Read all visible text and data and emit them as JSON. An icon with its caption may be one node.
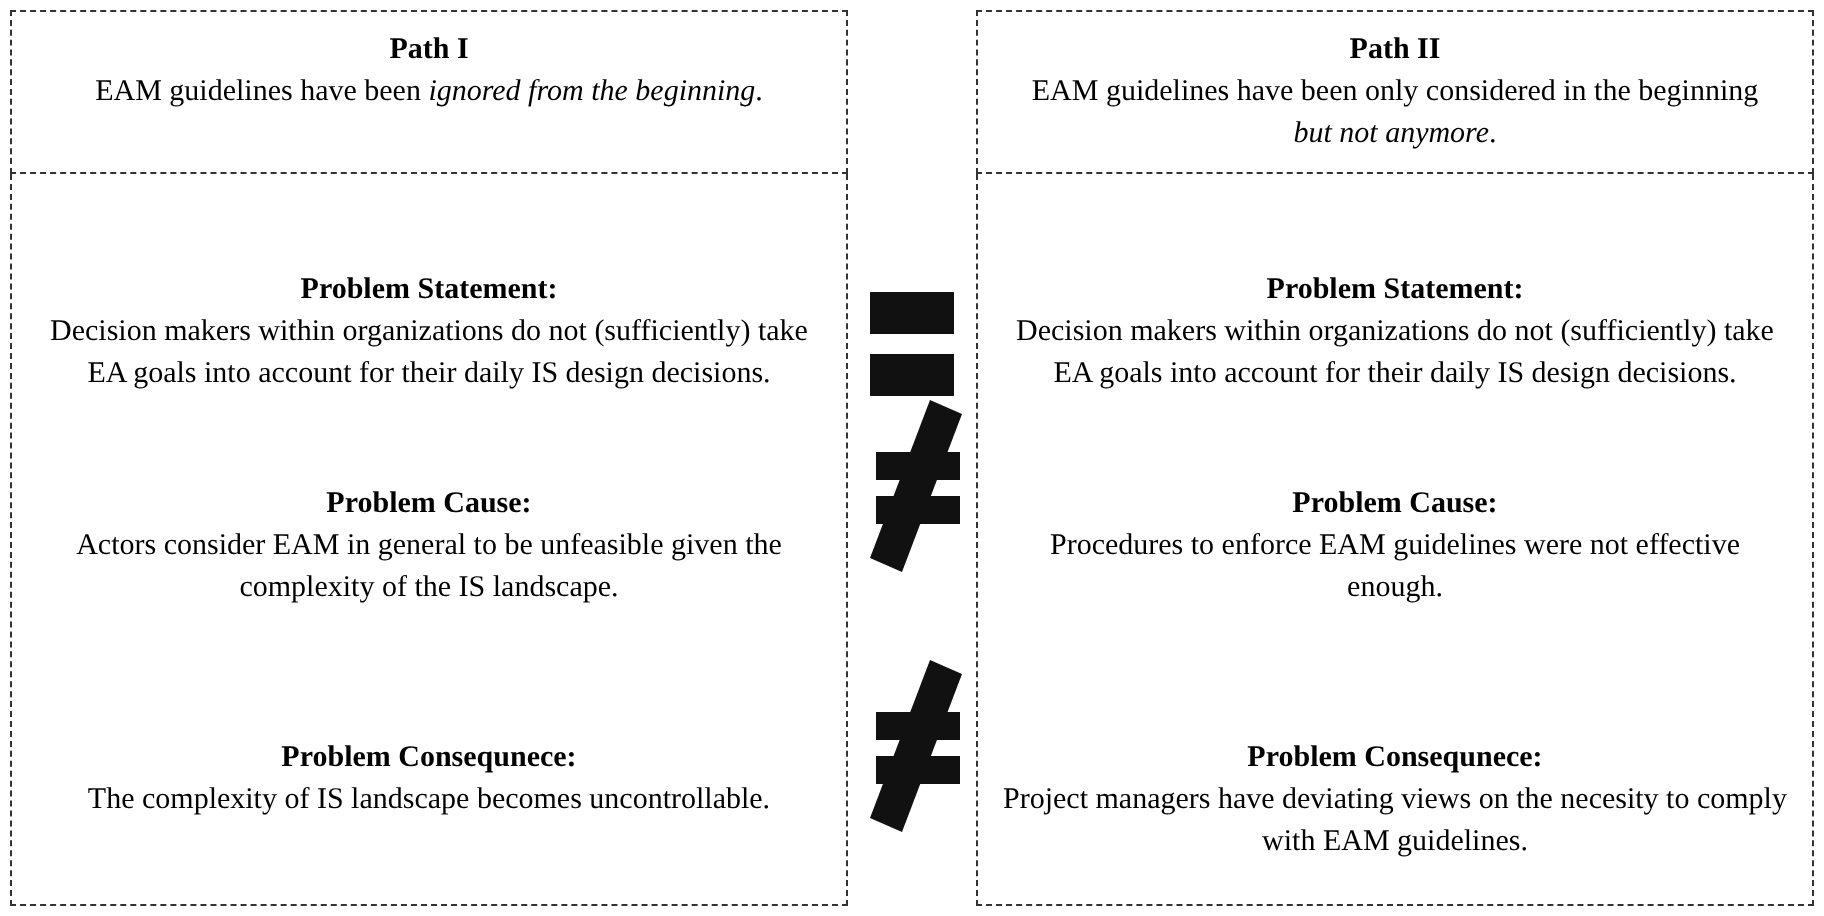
{
  "diagram": {
    "nodes": [
      {
        "text": [
          "Path I",
          "EAM guidelines have been *ignored from the beginning*."
        ]
      },
      {
        "text": [
          "Problem Statement:",
          "Decision makers within organizations do not (sufficiently) take EA goals into account for their daily IS design decisions.",
          "Problem Cause:",
          "Actors consider EAM in general to be unfeasible given the complexity of the IS landscape.",
          "Problem Consequnece:",
          "The complexity of IS landscape becomes uncontrollable."
        ]
      },
      {
        "text": [
          "Path II",
          "EAM guidelines have been only considered in the beginning *but not anymore*."
        ]
      },
      {
        "text": [
          "Problem Statement:",
          "Decision makers within organizations do not (sufficiently) take EA goals into account for their daily IS design decisions.",
          "Problem Cause:",
          "Procedures to enforce EAM guidelines were not effective enough.",
          "Problem Consequnece:",
          "Project managers have deviating views on the necesity to comply with EAM guidelines."
        ]
      }
    ]
  }
}
